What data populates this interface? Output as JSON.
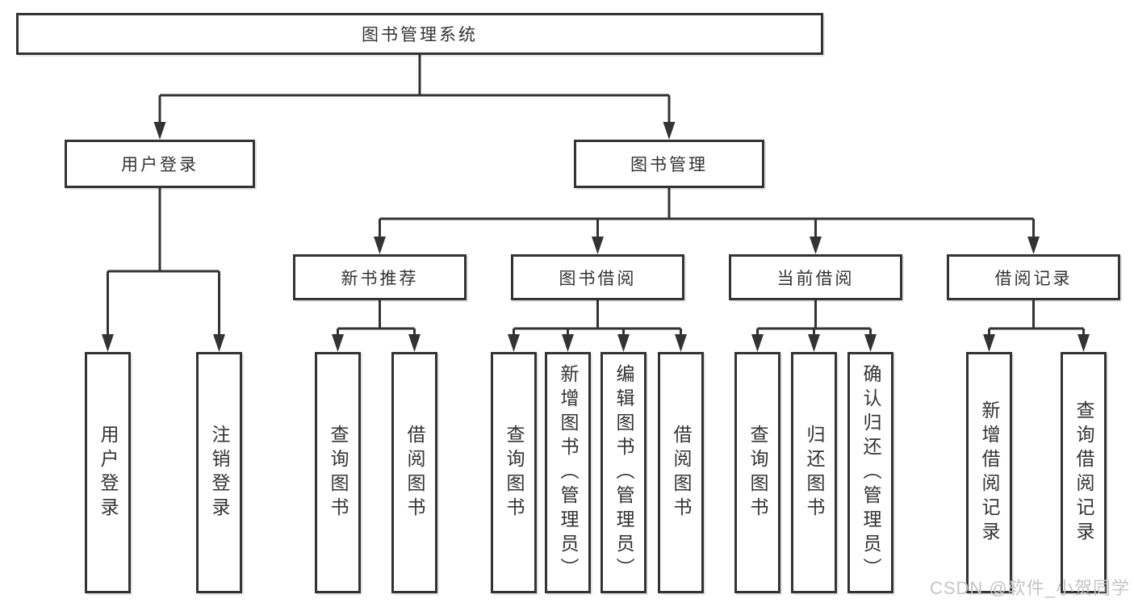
{
  "diagram": {
    "root": {
      "label": "图书管理系统",
      "children": [
        {
          "label": "用户登录",
          "children": [
            {
              "label": "用户登录"
            },
            {
              "label": "注销登录"
            }
          ]
        },
        {
          "label": "图书管理",
          "children": [
            {
              "label": "新书推荐",
              "children": [
                {
                  "label": "查询图书"
                },
                {
                  "label": "借阅图书"
                }
              ]
            },
            {
              "label": "图书借阅",
              "children": [
                {
                  "label": "查询图书"
                },
                {
                  "label": "新增图书（管理员）"
                },
                {
                  "label": "编辑图书（管理员）"
                },
                {
                  "label": "借阅图书"
                }
              ]
            },
            {
              "label": "当前借阅",
              "children": [
                {
                  "label": "查询图书"
                },
                {
                  "label": "归还图书"
                },
                {
                  "label": "确认归还（管理员）"
                }
              ]
            },
            {
              "label": "借阅记录",
              "children": [
                {
                  "label": "新增借阅记录"
                },
                {
                  "label": "查询借阅记录"
                }
              ]
            }
          ]
        }
      ]
    }
  },
  "watermark": {
    "text": "CSDN @软件_小贺同学"
  },
  "colors": {
    "line": "#333333",
    "text": "#333333",
    "watermark": "#c5c5c5",
    "background": "#ffffff"
  }
}
